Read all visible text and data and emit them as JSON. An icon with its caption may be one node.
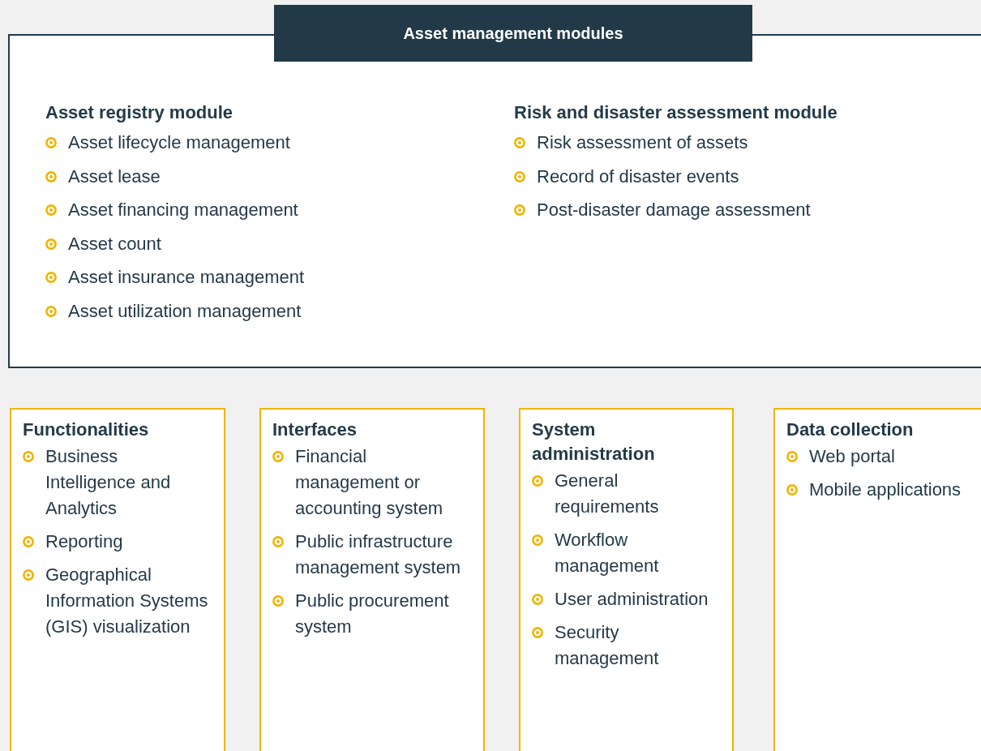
{
  "diagram": {
    "nodes": [
      {
        "text": [
          "Asset management modules",
          "Asset registry module",
          "Asset lifecycle management",
          "Asset lease",
          "Asset financing management",
          "Asset count",
          "Asset insurance management",
          "Asset utilization management",
          "Risk and disaster assessment module",
          "Risk assessment of assets",
          "Record of disaster events",
          "Post-disaster damage assessment"
        ]
      },
      {
        "text": [
          "Functionalities",
          "Business Intelligence and Analytics",
          "Reporting",
          "Geographical Information Systems (GIS) visualization"
        ]
      },
      {
        "text": [
          "Interfaces",
          "Financial management or accounting system",
          "Public infrastructure management system",
          "Public procurement system"
        ]
      },
      {
        "text": [
          "System administration",
          "General requirements",
          "Workflow management",
          "User administration",
          "Security management"
        ]
      },
      {
        "text": [
          "Data collection",
          "Web portal",
          "Mobile applications"
        ]
      }
    ]
  }
}
